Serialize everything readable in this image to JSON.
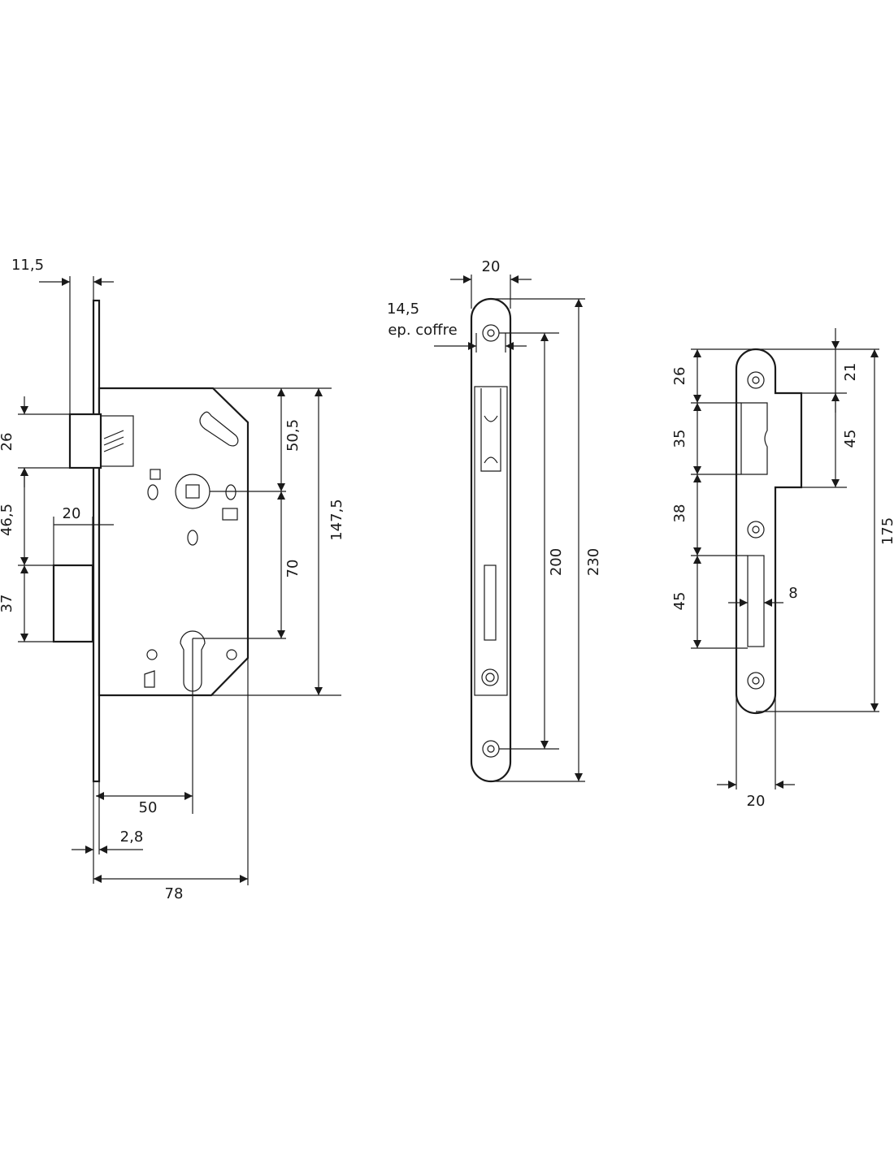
{
  "colors": {
    "ink": "#1a1a1a",
    "paper": "#ffffff"
  },
  "lock_body": {
    "dims": {
      "backset_plate": "11,5",
      "latch_height": "26",
      "spacing_latch_bolt": "46,5",
      "bolt_depth": "20",
      "bolt_height": "37",
      "top_to_spindle": "50,5",
      "spindle_to_cylinder": "70",
      "case_height": "147,5",
      "backset": "50",
      "plate_thickness": "2,8",
      "case_depth": "78"
    }
  },
  "faceplate": {
    "dims": {
      "width": "20",
      "case_thickness_value": "14,5",
      "case_thickness_label": "ep. coffre",
      "screw_spacing": "200",
      "length": "230"
    }
  },
  "strike_plate": {
    "dims": {
      "top_to_latch": "26",
      "latch_opening": "35",
      "latch_to_bolt": "38",
      "bolt_opening": "45",
      "lip_offset": "21",
      "lip_height": "45",
      "bolt_opening_width": "8",
      "length": "175",
      "width": "20"
    }
  }
}
